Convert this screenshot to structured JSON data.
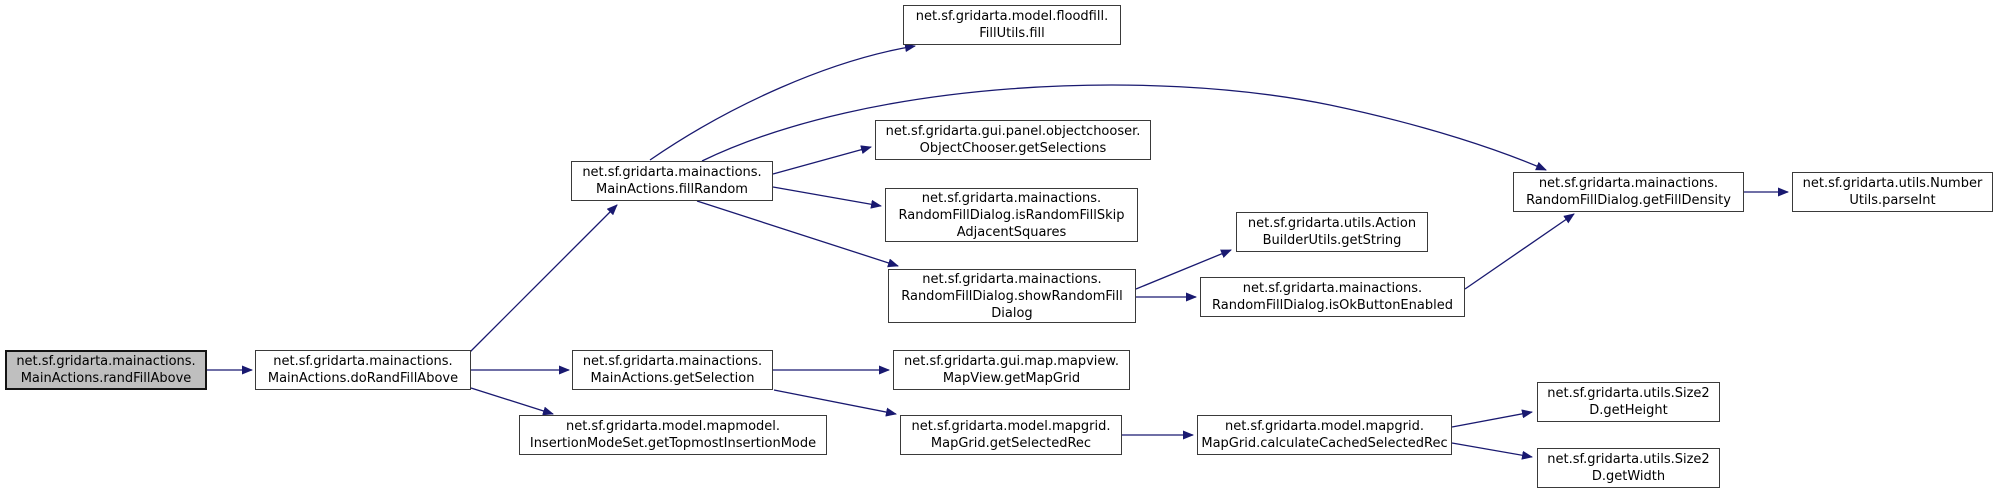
{
  "diagram": {
    "type": "call-graph",
    "colors": {
      "background": "#ffffff",
      "node_fill": "#ffffff",
      "node_border": "#3a3a3a",
      "highlight_fill": "#bfbfbf",
      "edge": "#191970",
      "text": "#000000"
    },
    "nodes": [
      {
        "id": "randFillAbove",
        "label": "net.sf.gridarta.mainactions.\nMainActions.randFillAbove",
        "highlighted": true
      },
      {
        "id": "doRandFillAbove",
        "label": "net.sf.gridarta.mainactions.\nMainActions.doRandFillAbove",
        "highlighted": false
      },
      {
        "id": "fillRandom",
        "label": "net.sf.gridarta.mainactions.\nMainActions.fillRandom",
        "highlighted": false
      },
      {
        "id": "fill",
        "label": "net.sf.gridarta.model.floodfill.\nFillUtils.fill",
        "highlighted": false
      },
      {
        "id": "getSelections",
        "label": "net.sf.gridarta.gui.panel.objectchooser.\nObjectChooser.getSelections",
        "highlighted": false
      },
      {
        "id": "isRandomFillSkipAdjacentSquares",
        "label": "net.sf.gridarta.mainactions.\nRandomFillDialog.isRandomFillSkip\nAdjacentSquares",
        "highlighted": false
      },
      {
        "id": "showRandomFillDialog",
        "label": "net.sf.gridarta.mainactions.\nRandomFillDialog.showRandomFill\nDialog",
        "highlighted": false
      },
      {
        "id": "getString",
        "label": "net.sf.gridarta.utils.Action\nBuilderUtils.getString",
        "highlighted": false
      },
      {
        "id": "isOkButtonEnabled",
        "label": "net.sf.gridarta.mainactions.\nRandomFillDialog.isOkButtonEnabled",
        "highlighted": false
      },
      {
        "id": "getFillDensity",
        "label": "net.sf.gridarta.mainactions.\nRandomFillDialog.getFillDensity",
        "highlighted": false
      },
      {
        "id": "parseInt",
        "label": "net.sf.gridarta.utils.Number\nUtils.parseInt",
        "highlighted": false
      },
      {
        "id": "getSelection",
        "label": "net.sf.gridarta.mainactions.\nMainActions.getSelection",
        "highlighted": false
      },
      {
        "id": "getMapGrid",
        "label": "net.sf.gridarta.gui.map.mapview.\nMapView.getMapGrid",
        "highlighted": false
      },
      {
        "id": "getTopmostInsertionMode",
        "label": "net.sf.gridarta.model.mapmodel.\nInsertionModeSet.getTopmostInsertionMode",
        "highlighted": false
      },
      {
        "id": "getSelectedRec",
        "label": "net.sf.gridarta.model.mapgrid.\nMapGrid.getSelectedRec",
        "highlighted": false
      },
      {
        "id": "calculateCachedSelectedRec",
        "label": "net.sf.gridarta.model.mapgrid.\nMapGrid.calculateCachedSelectedRec",
        "highlighted": false
      },
      {
        "id": "getHeight",
        "label": "net.sf.gridarta.utils.Size2\nD.getHeight",
        "highlighted": false
      },
      {
        "id": "getWidth",
        "label": "net.sf.gridarta.utils.Size2\nD.getWidth",
        "highlighted": false
      }
    ],
    "edges": [
      {
        "from": "randFillAbove",
        "to": "doRandFillAbove"
      },
      {
        "from": "doRandFillAbove",
        "to": "fillRandom"
      },
      {
        "from": "doRandFillAbove",
        "to": "getSelection"
      },
      {
        "from": "doRandFillAbove",
        "to": "getTopmostInsertionMode"
      },
      {
        "from": "fillRandom",
        "to": "fill"
      },
      {
        "from": "fillRandom",
        "to": "getFillDensity"
      },
      {
        "from": "fillRandom",
        "to": "getSelections"
      },
      {
        "from": "fillRandom",
        "to": "isRandomFillSkipAdjacentSquares"
      },
      {
        "from": "fillRandom",
        "to": "showRandomFillDialog"
      },
      {
        "from": "showRandomFillDialog",
        "to": "getString"
      },
      {
        "from": "showRandomFillDialog",
        "to": "isOkButtonEnabled"
      },
      {
        "from": "isOkButtonEnabled",
        "to": "getFillDensity"
      },
      {
        "from": "getFillDensity",
        "to": "parseInt"
      },
      {
        "from": "getSelection",
        "to": "getMapGrid"
      },
      {
        "from": "getSelection",
        "to": "getSelectedRec"
      },
      {
        "from": "getSelectedRec",
        "to": "calculateCachedSelectedRec"
      },
      {
        "from": "calculateCachedSelectedRec",
        "to": "getHeight"
      },
      {
        "from": "calculateCachedSelectedRec",
        "to": "getWidth"
      }
    ]
  }
}
